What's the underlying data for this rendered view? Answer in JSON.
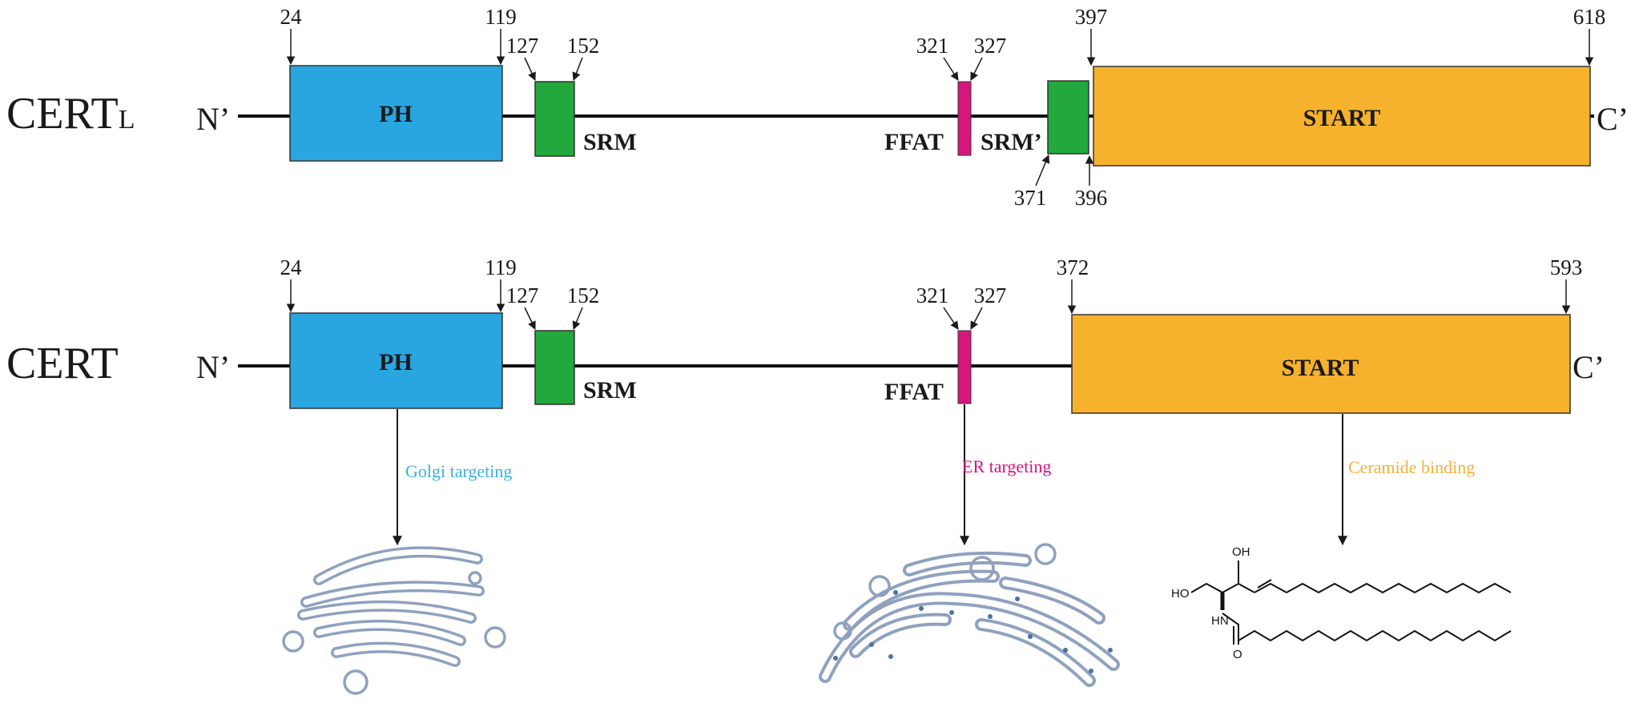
{
  "colors": {
    "ph": "#29a5e0",
    "srm": "#22a83c",
    "ffat": "#d6157f",
    "start": "#f6b22c",
    "golgi_text": "#3ab0e4",
    "er_text": "#d6157f",
    "ceramide_text": "#f3b23a",
    "organelle": "#8fa1bf"
  },
  "cert_l": {
    "name_main": "CERT",
    "name_sub": "L",
    "n_term": "N’",
    "c_term": "C’",
    "ph_label": "PH",
    "srm_label": "SRM",
    "ffat_label": "FFAT",
    "srm2_label": "SRM’",
    "start_label": "START",
    "positions": {
      "ph_start": "24",
      "ph_end": "119",
      "srm_start": "127",
      "srm_end": "152",
      "ffat_start": "321",
      "ffat_end": "327",
      "srm2_start": "371",
      "srm2_end": "396",
      "start_start": "397",
      "start_end": "618"
    }
  },
  "cert": {
    "name": "CERT",
    "n_term": "N’",
    "c_term": "C’",
    "ph_label": "PH",
    "srm_label": "SRM",
    "ffat_label": "FFAT",
    "start_label": "START",
    "positions": {
      "ph_start": "24",
      "ph_end": "119",
      "srm_start": "127",
      "srm_end": "152",
      "ffat_start": "321",
      "ffat_end": "327",
      "start_start": "372",
      "start_end": "593"
    }
  },
  "functions": {
    "golgi": "Golgi targeting",
    "er": "ER targeting",
    "ceramide": "Ceramide binding"
  },
  "ceramide_structure": {
    "oh_top": "OH",
    "ho_left": "HO",
    "nh": "HN",
    "o": "O"
  }
}
